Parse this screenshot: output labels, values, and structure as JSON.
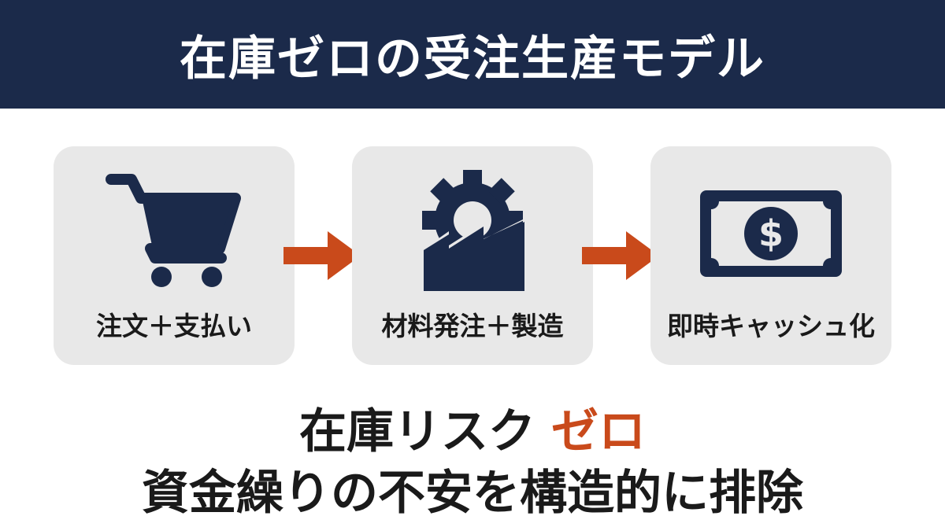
{
  "header": {
    "title": "在庫ゼロの受注生産モデル"
  },
  "steps": [
    {
      "icon": "shopping-cart-icon",
      "label": "注文＋支払い"
    },
    {
      "icon": "gear-factory-icon",
      "label": "材料発注＋製造"
    },
    {
      "icon": "dollar-bill-icon",
      "label": "即時キャッシュ化"
    }
  ],
  "tagline": {
    "prefix": "在庫リスク",
    "accent": "ゼロ"
  },
  "subline": "資金繰りの不安を構造的に排除",
  "colors": {
    "navy": "#1b2a4a",
    "accent": "#c94a1b",
    "card": "#e8e8e8"
  }
}
